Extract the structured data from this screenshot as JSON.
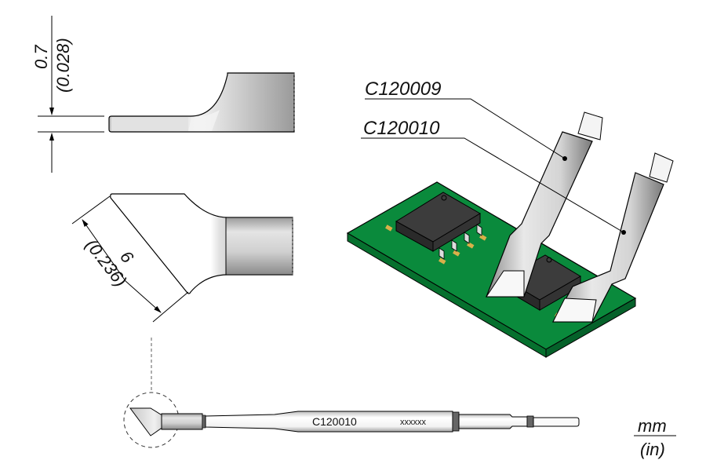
{
  "side_view": {
    "thickness_mm": "0.7",
    "thickness_in": "(0.028)"
  },
  "top_view": {
    "width_mm": "6",
    "width_in": "(0.236)"
  },
  "callouts": [
    {
      "part_number": "C120009"
    },
    {
      "part_number": "C120010"
    }
  ],
  "cartridge": {
    "part_number": "C120010",
    "code": "xxxxxx"
  },
  "units": {
    "primary": "mm",
    "secondary": "(in)"
  },
  "colors": {
    "pcb_green": "#0a8a3c",
    "chip_dark": "#3c3c3c",
    "pad_gold": "#d9b04a",
    "metal_light": "#e6e6e6",
    "metal_dark": "#8a8a8a"
  }
}
